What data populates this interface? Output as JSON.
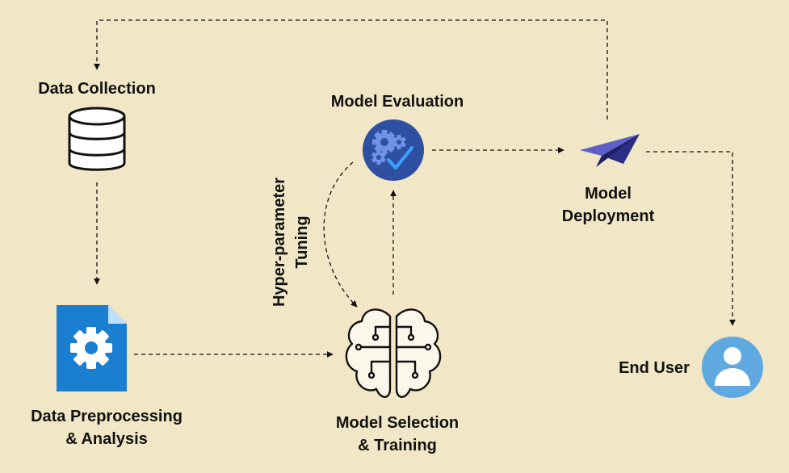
{
  "colors": {
    "background": "#f1e6c5",
    "stroke": "#111111",
    "doc_blue": "#1a7fd1",
    "eval_circle": "#2f4fa3",
    "check": "#3aa3ff",
    "plane": "#3b3d9a",
    "user_circle": "#5fa8e0"
  },
  "nodes": {
    "data_collection": {
      "label": "Data Collection",
      "icon": "database-icon"
    },
    "preprocessing": {
      "line1": "Data Preprocessing",
      "line2": "& Analysis",
      "icon": "document-gear-icon"
    },
    "model_selection": {
      "line1": "Model Selection",
      "line2": "& Training",
      "icon": "brain-circuit-icon"
    },
    "model_evaluation": {
      "label": "Model Evaluation",
      "icon": "gears-check-icon"
    },
    "model_deployment": {
      "line1": "Model",
      "line2": "Deployment",
      "icon": "paper-plane-icon"
    },
    "end_user": {
      "label": "End User",
      "icon": "user-icon"
    }
  },
  "edges": {
    "tuning": {
      "line1": "Hyper-parameter",
      "line2": "Tuning"
    }
  }
}
